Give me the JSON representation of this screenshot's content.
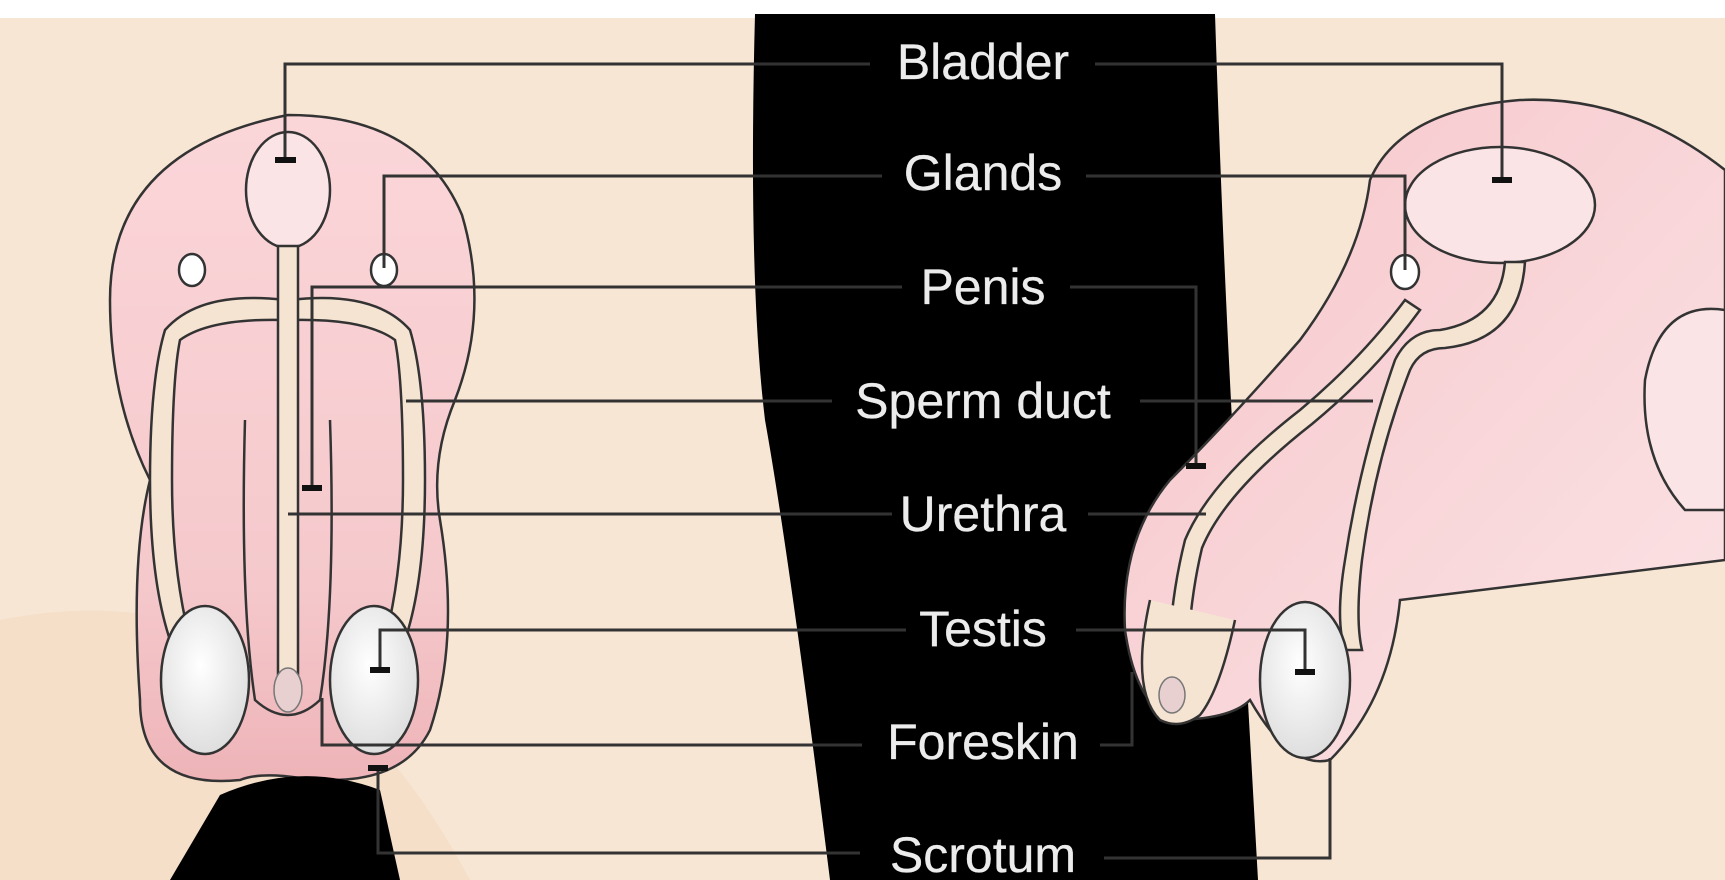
{
  "labels": {
    "bladder": "Bladder",
    "glands": "Glands",
    "penis": "Penis",
    "sperm_duct": "Sperm duct",
    "urethra": "Urethra",
    "testis": "Testis",
    "foreskin": "Foreskin",
    "scrotum": "Scrotum"
  },
  "colors": {
    "background": "#f8e6d5",
    "center_band": "#000000",
    "tissue_pink": "#f4c4c8",
    "tissue_light": "#fbe2e4",
    "duct_fill": "#f6e4d2",
    "testis_fill": "#f5f5f5",
    "label_text": "#ececec",
    "leader_line": "#333333"
  }
}
